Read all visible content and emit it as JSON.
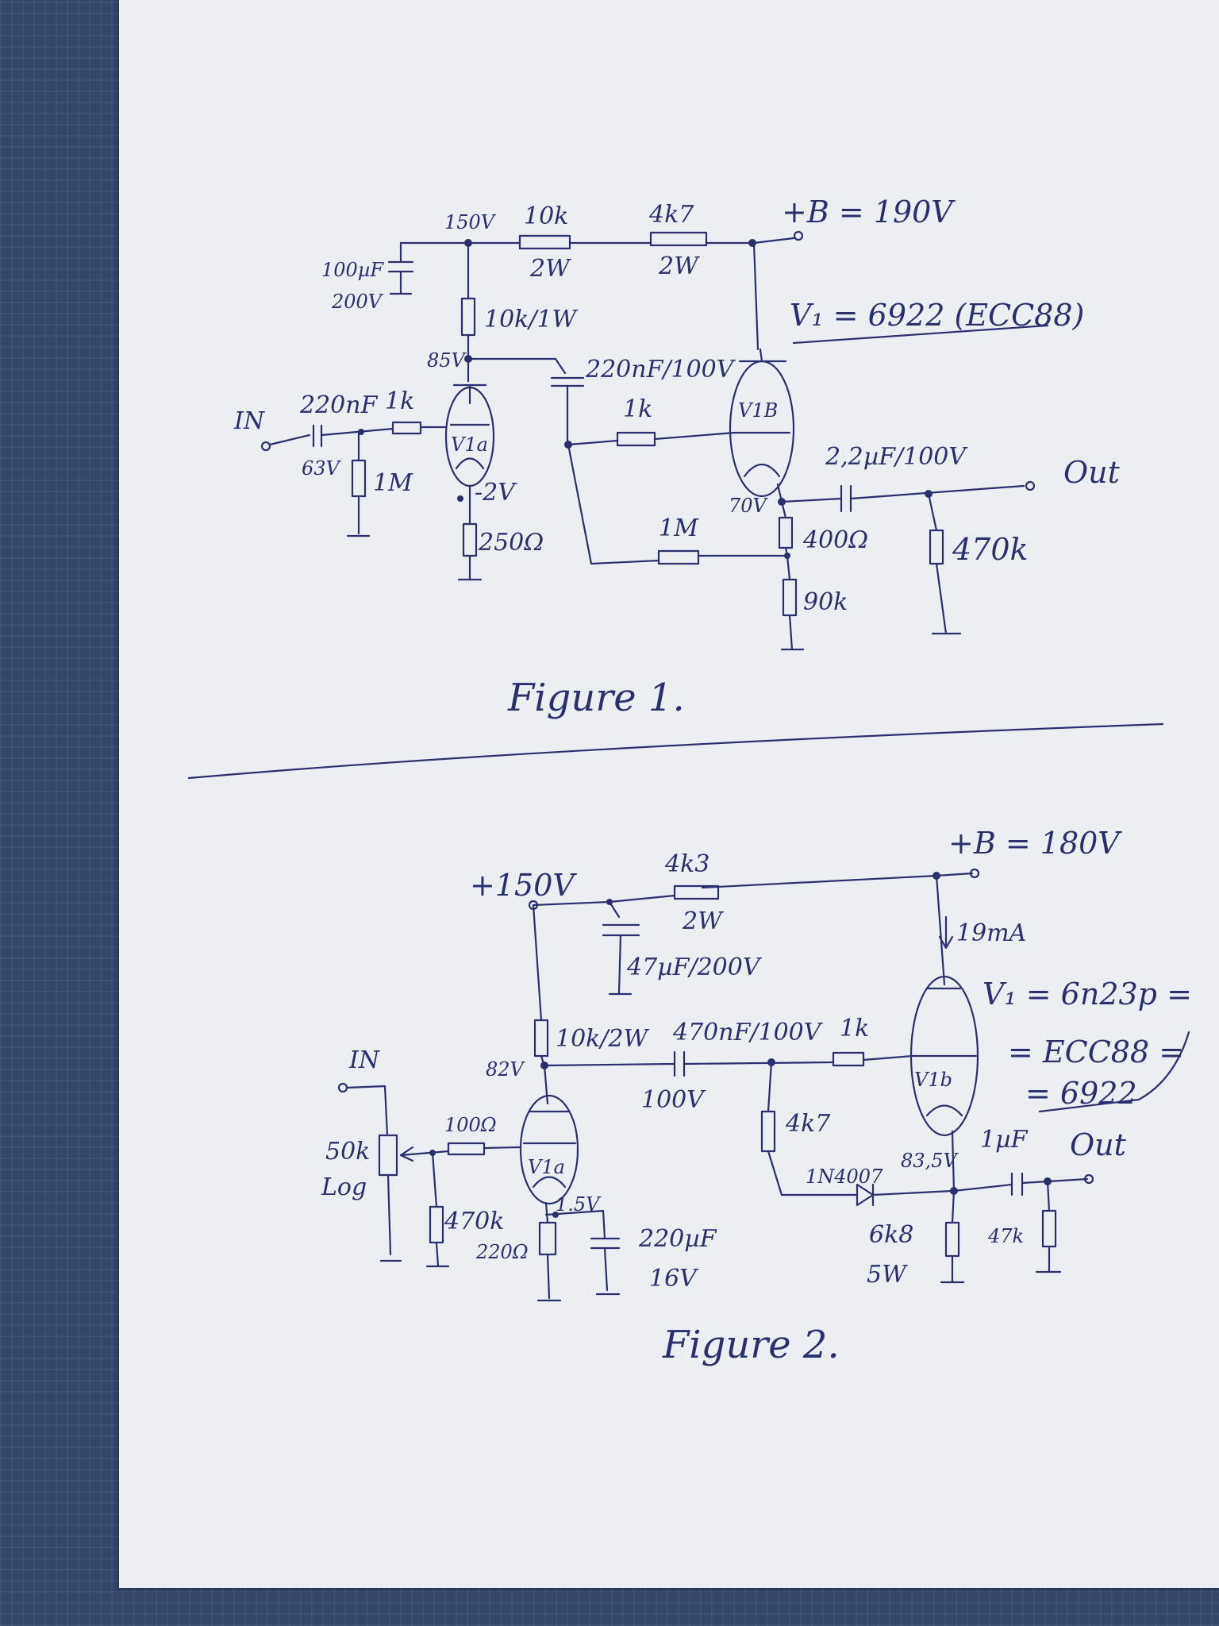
{
  "figure1": {
    "caption": "Figure 1.",
    "supply": "+B = 190V",
    "tube": "V₁ = 6922 (ECC88)",
    "node_150v": "150V",
    "r_10k": "10k",
    "r_10k_power": "2W",
    "r_4k7": "4k7",
    "r_4k7_power": "2W",
    "c_100uf": "100µF",
    "c_100uf_volt": "200V",
    "r_10k_1w": "10k/1W",
    "node_85v": "85V",
    "c_220nf_100v": "220nF/100V",
    "in_label": "IN",
    "c_220nf": "220nF",
    "c_220nf_volt": "63V",
    "r_1k_grid": "1k",
    "r_1m_grid": "1M",
    "tube_a": "V1a",
    "node_m2v": "-2V",
    "r_250": "250Ω",
    "r_1k_b": "1k",
    "tube_b": "V1B",
    "node_70v": "70V",
    "c_out": "2,2µF/100V",
    "out_label": "Out",
    "r_400": "400Ω",
    "r_90k": "90k",
    "r_1m_fb": "1M",
    "r_470k": "470k"
  },
  "figure2": {
    "caption": "Figure 2.",
    "supply": "+B = 180V",
    "node_150v": "+150V",
    "r_4k3": "4k3",
    "r_4k3_power": "2W",
    "c_47uf": "47µF/200V",
    "current": "19mA",
    "tube_line1": "V₁ = 6n23p =",
    "tube_line2": "= ECC88 =",
    "tube_line3": "= 6922",
    "r_10k_2w": "10k/2W",
    "c_470nf": "470nF/100V",
    "c_470nf_volt": "100V",
    "node_82v": "82V",
    "r_1k": "1k",
    "tube_a": "V1a",
    "tube_b": "V1b",
    "in_label": "IN",
    "pot": "50k",
    "pot_taper": "Log",
    "r_100": "100Ω",
    "r_470k": "470k",
    "node_1_5v": "1.5V",
    "r_220": "220Ω",
    "c_220uf": "220µF",
    "c_220uf_volt": "16V",
    "r_4k7": "4k7",
    "diode": "1N4007",
    "node_83v": "83,5V",
    "c_1uf": "1µF",
    "out_label": "Out",
    "r_6k8": "6k8",
    "r_6k8_power": "5W",
    "r_47k": "47k"
  }
}
